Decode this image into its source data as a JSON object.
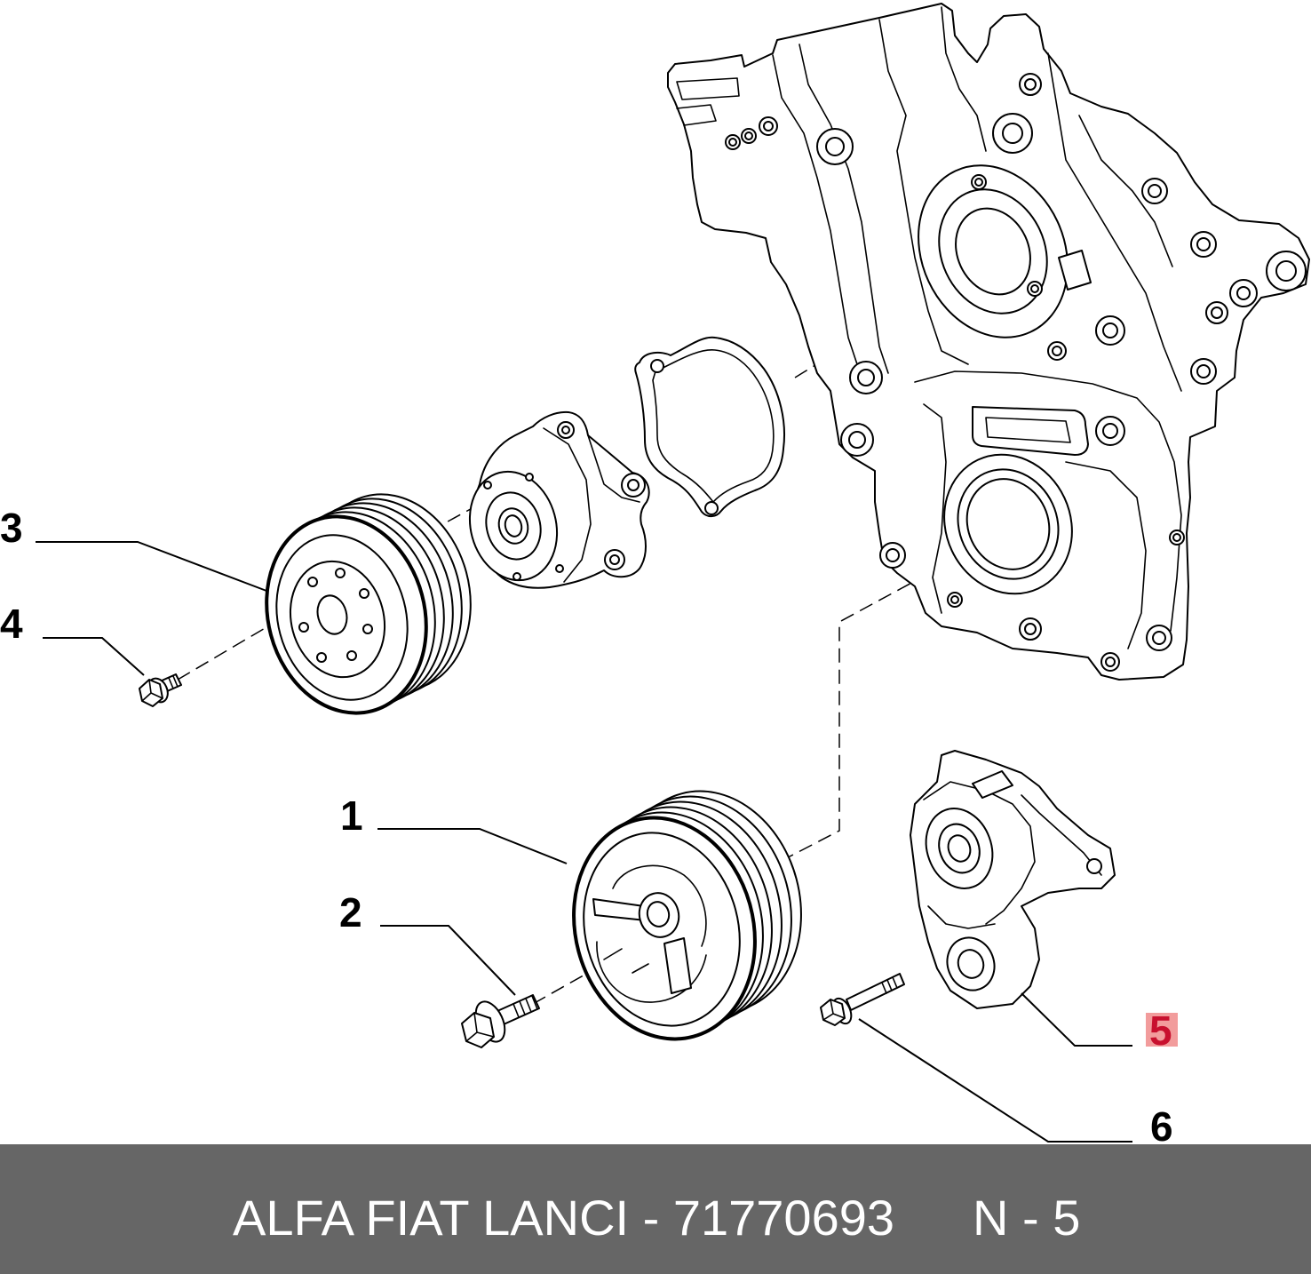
{
  "callouts": [
    {
      "label": "1"
    },
    {
      "label": "2"
    },
    {
      "label": "3"
    },
    {
      "label": "4"
    },
    {
      "label": "5",
      "highlighted": true
    },
    {
      "label": "6"
    }
  ],
  "footer": {
    "part_info": "ALFA FIAT LANCI - 71770693",
    "reference": "N - 5"
  },
  "colors": {
    "line": "#000000",
    "highlight_bg": "#f29c9c",
    "highlight_text": "#c8102e",
    "footer_bg": "#666666",
    "footer_text": "#ffffff"
  }
}
